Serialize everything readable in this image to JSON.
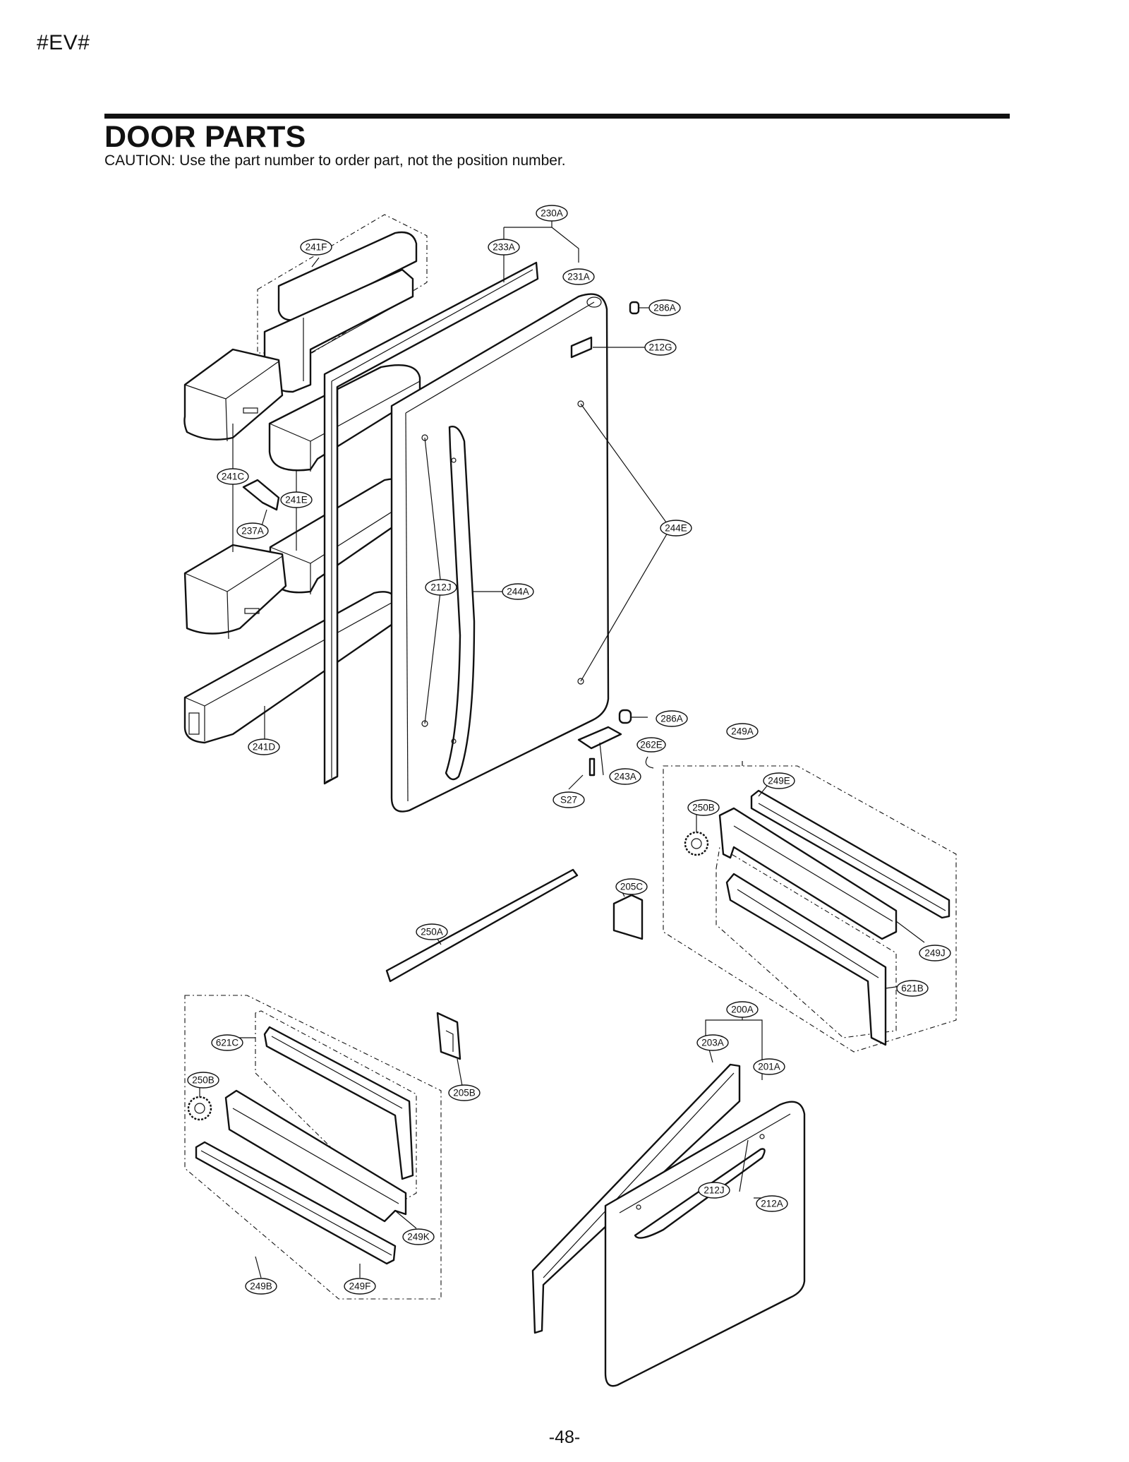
{
  "header": {
    "model_code": "#EV#",
    "title": "DOOR PARTS",
    "caution": "CAUTION: Use the part number to order part, not the position number."
  },
  "footer": {
    "page_number": "-48-"
  },
  "callouts": {
    "c230A": "230A",
    "c233A": "233A",
    "c231A": "231A",
    "c241F": "241F",
    "c286A_top": "286A",
    "c212G": "212G",
    "c241C": "241C",
    "c241E": "241E",
    "c237A": "237A",
    "c244E": "244E",
    "c212J_upper": "212J",
    "c244A": "244A",
    "c241D": "241D",
    "c286A_bottom": "286A",
    "c249A": "249A",
    "c262E": "262E",
    "c243A": "243A",
    "cS27": "S27",
    "c249E": "249E",
    "c250B_right": "250B",
    "c205C": "205C",
    "c250A": "250A",
    "c249J": "249J",
    "c621B": "621B",
    "c200A": "200A",
    "c621C": "621C",
    "c203A": "203A",
    "c201A": "201A",
    "c250B_left": "250B",
    "c205B": "205B",
    "c212J_lower": "212J",
    "c212A": "212A",
    "c249K": "249K",
    "c249B": "249B",
    "c249F": "249F"
  }
}
